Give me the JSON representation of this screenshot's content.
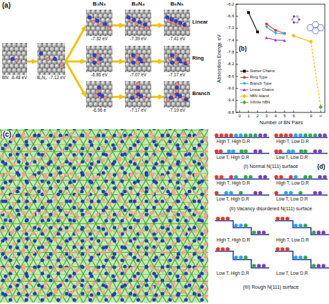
{
  "diagram": {
    "nodes": [
      {
        "text": [
          "BN: -6.48 eV"
        ]
      },
      {
        "text": [
          "B₂N₂: -7.12 eV"
        ]
      },
      {
        "text": [
          "-7.32 eV"
        ]
      },
      {
        "text": [
          "-7.39 eV"
        ]
      },
      {
        "text": [
          "-7.41 eV"
        ]
      },
      {
        "text": [
          "-6.86 eV"
        ]
      },
      {
        "text": [
          "-7.07 eV"
        ]
      },
      {
        "text": [
          "-7.17 eV"
        ]
      },
      {
        "text": [
          "-6.96 e"
        ]
      },
      {
        "text": [
          "-7.17 eV"
        ]
      },
      {
        "text": [
          "-7.19 eV"
        ]
      }
    ],
    "edges": [
      {
        "from": 0,
        "to": 1,
        "arrow": "to"
      },
      {
        "from": 1,
        "to": 2,
        "arrow": "to"
      },
      {
        "from": 1,
        "to": 5,
        "arrow": "to"
      },
      {
        "from": 1,
        "to": 8,
        "arrow": "to"
      },
      {
        "from": 2,
        "to": 3,
        "arrow": "to"
      },
      {
        "from": 3,
        "to": 4,
        "arrow": "to"
      },
      {
        "from": 5,
        "to": 6,
        "arrow": "to"
      },
      {
        "from": 6,
        "to": 7,
        "arrow": "to"
      },
      {
        "from": 8,
        "to": 9,
        "arrow": "to"
      },
      {
        "from": 9,
        "to": 10,
        "arrow": "to"
      }
    ],
    "labels": [
      "(a)",
      "B₃N₃",
      "B₄N₄",
      "B₅N₅",
      "Linear",
      "Ring",
      "Branch",
      "(b)",
      "-6.2",
      "-6.6",
      "-7.0",
      "-7.4",
      "-7.8",
      "-8.2",
      "-8.6",
      "-9.0",
      "-9.4",
      "-9.8",
      "0",
      "1",
      "2",
      "3",
      "4",
      "5",
      "6",
      "9",
      "∞",
      "Number of BN Pairs",
      "Absorption Energy, eV",
      "(c)",
      "(d)",
      "High T, High D.R",
      "High T, Low D.R",
      "Low T, High D.R",
      "Low T, Low D.R",
      "(I) Normal N(111) surface",
      "High T, High D.R",
      "High T, Low D.R",
      "Low T, High D.R",
      "Low T, Low D.R",
      "(II) Vacancy disordered N(111) surface",
      "High T, High D.R",
      "High T, Low D.R",
      "Low T, High D.R",
      "Low T, Low D.R",
      "(III) Rough N(111) surface"
    ],
    "legend": [
      {
        "text": "Starter Chains"
      },
      {
        "text": "Ring Type"
      },
      {
        "text": "Branch Type"
      },
      {
        "text": "Linear Chains"
      },
      {
        "text": "hBN Island"
      },
      {
        "text": "Infinite hBN"
      }
    ]
  }
}
